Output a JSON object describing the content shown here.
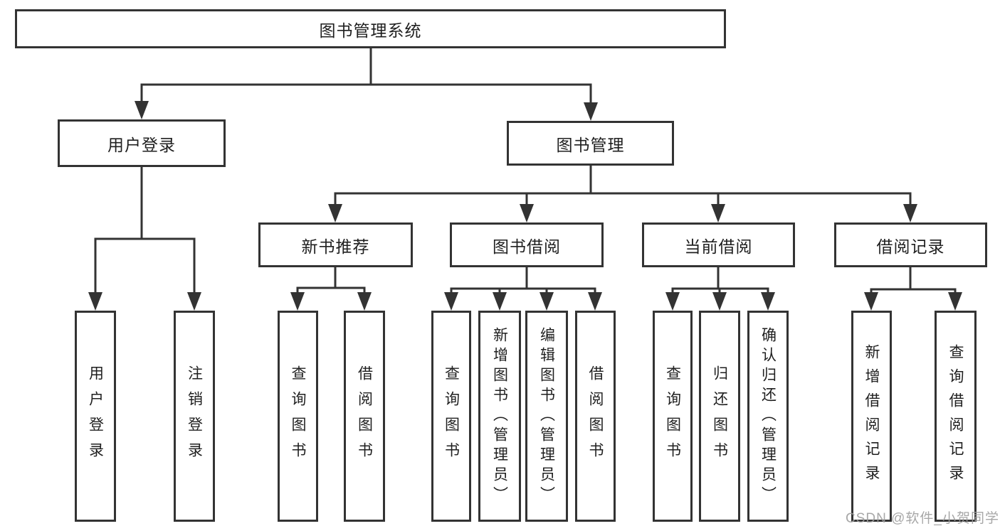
{
  "diagram": {
    "type": "hierarchy",
    "root": {
      "label": "图书管理系统"
    },
    "children": [
      {
        "label": "用户登录",
        "children": [
          {
            "label": "用户登录"
          },
          {
            "label": "注销登录"
          }
        ]
      },
      {
        "label": "图书管理",
        "children": [
          {
            "label": "新书推荐",
            "children": [
              {
                "label": "查询图书"
              },
              {
                "label": "借阅图书"
              }
            ]
          },
          {
            "label": "图书借阅",
            "children": [
              {
                "label": "查询图书"
              },
              {
                "label": "新增图书（管理员）"
              },
              {
                "label": "编辑图书（管理员）"
              },
              {
                "label": "借阅图书"
              }
            ]
          },
          {
            "label": "当前借阅",
            "children": [
              {
                "label": "查询图书"
              },
              {
                "label": "归还图书"
              },
              {
                "label": "确认归还（管理员）"
              }
            ]
          },
          {
            "label": "借阅记录",
            "children": [
              {
                "label": "新增借阅记录"
              },
              {
                "label": "查询借阅记录"
              }
            ]
          }
        ]
      }
    ]
  },
  "watermark": {
    "text": "CSDN @软件_小贺同学"
  },
  "colors": {
    "line": "#333333",
    "text": "#1f1f1f",
    "watermark": "#9e9e9e",
    "background": "#ffffff"
  }
}
